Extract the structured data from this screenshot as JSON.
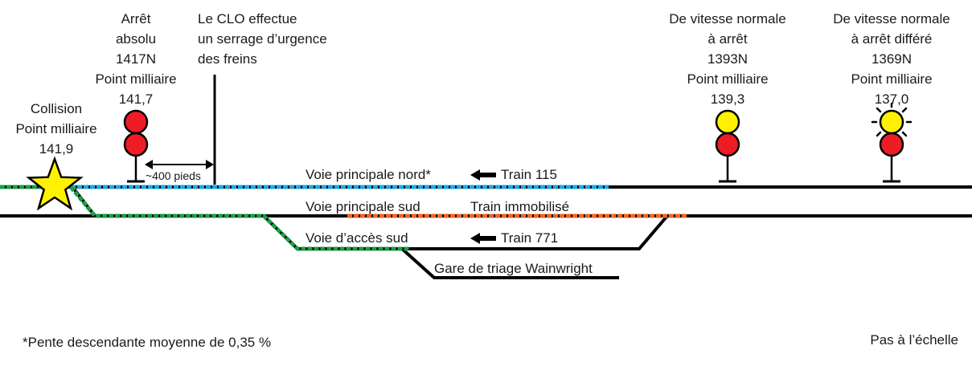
{
  "signals": {
    "s1417": {
      "label_lines": [
        "Arrêt",
        "absolu",
        "1417N",
        "Point milliaire",
        "141,7"
      ],
      "aspect": [
        "red",
        "red"
      ]
    },
    "s1393": {
      "label_lines": [
        "De vitesse normale",
        "à arrêt",
        "1393N",
        "Point milliaire",
        "139,3"
      ],
      "aspect": [
        "yellow",
        "red"
      ]
    },
    "s1369": {
      "label_lines": [
        "De vitesse normale",
        "à arrêt différé",
        "1369N",
        "Point milliaire",
        "137,0"
      ],
      "aspect": [
        "yellow-flashing",
        "red"
      ]
    }
  },
  "collision": {
    "label_lines": [
      "Collision",
      "Point milliaire",
      "141,9"
    ]
  },
  "emergency_note": {
    "lines": [
      "Le CLO effectue",
      "un serrage d’urgence",
      "des freins"
    ]
  },
  "distance": {
    "label": "~400 pieds"
  },
  "tracks": {
    "north_main": "Voie principale nord*",
    "south_main": "Voie principale sud",
    "south_siding": "Voie d’accès sud",
    "yard": "Gare de triage Wainwright"
  },
  "trains": {
    "t115": "Train 115",
    "stopped": "Train immobilisé",
    "t771": "Train 771"
  },
  "footnote": "*Pente descendante moyenne de 0,35 %",
  "scale_note": "Pas à l’échelle",
  "colors": {
    "track": "#000000",
    "train_115": "#1ea9e1",
    "train_771": "#1b9e47",
    "train_stopped": "#f26522",
    "signal_red": "#ee1c25",
    "signal_yellow": "#fff200",
    "star": "#fff200"
  }
}
